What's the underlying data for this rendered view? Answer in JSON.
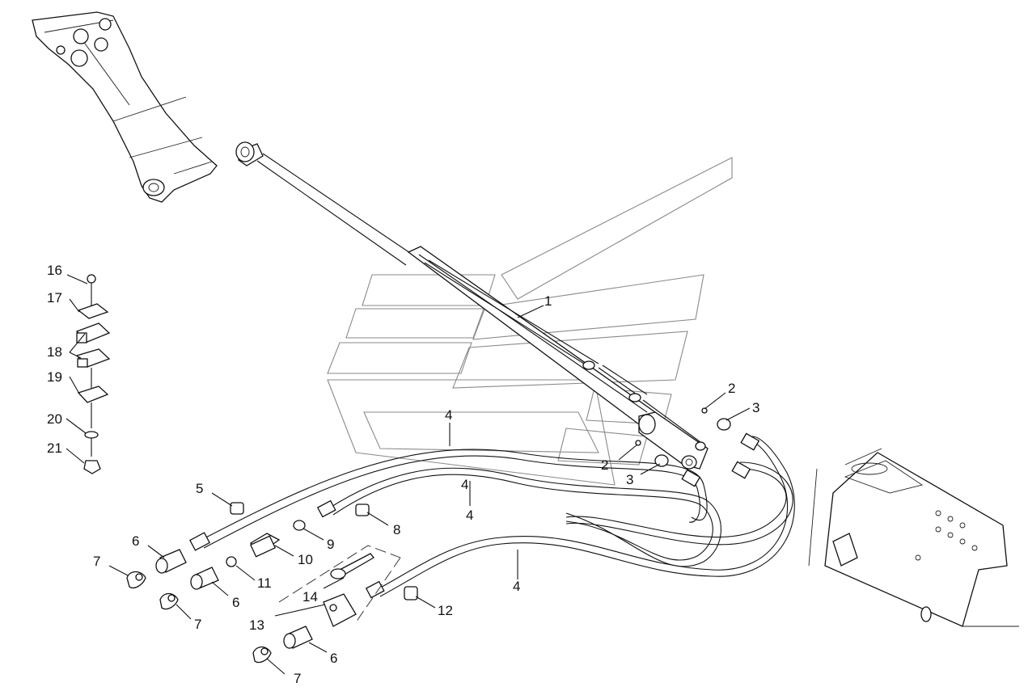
{
  "callouts": [
    {
      "id": "c1",
      "label": "1"
    },
    {
      "id": "c2a",
      "label": "2"
    },
    {
      "id": "c2b",
      "label": "2"
    },
    {
      "id": "c3a",
      "label": "3"
    },
    {
      "id": "c3b",
      "label": "3"
    },
    {
      "id": "c4a",
      "label": "4"
    },
    {
      "id": "c4b",
      "label": "4"
    },
    {
      "id": "c4c",
      "label": "4"
    },
    {
      "id": "c4d",
      "label": "4"
    },
    {
      "id": "c5",
      "label": "5"
    },
    {
      "id": "c6a",
      "label": "6"
    },
    {
      "id": "c6b",
      "label": "6"
    },
    {
      "id": "c6c",
      "label": "6"
    },
    {
      "id": "c7a",
      "label": "7"
    },
    {
      "id": "c7b",
      "label": "7"
    },
    {
      "id": "c7c",
      "label": "7"
    },
    {
      "id": "c8",
      "label": "8"
    },
    {
      "id": "c9",
      "label": "9"
    },
    {
      "id": "c10",
      "label": "10"
    },
    {
      "id": "c11",
      "label": "11"
    },
    {
      "id": "c12",
      "label": "12"
    },
    {
      "id": "c13",
      "label": "13"
    },
    {
      "id": "c14",
      "label": "14"
    },
    {
      "id": "c16",
      "label": "16"
    },
    {
      "id": "c17",
      "label": "17"
    },
    {
      "id": "c18",
      "label": "18"
    },
    {
      "id": "c19",
      "label": "19"
    },
    {
      "id": "c20",
      "label": "20"
    },
    {
      "id": "c21",
      "label": "21"
    }
  ]
}
